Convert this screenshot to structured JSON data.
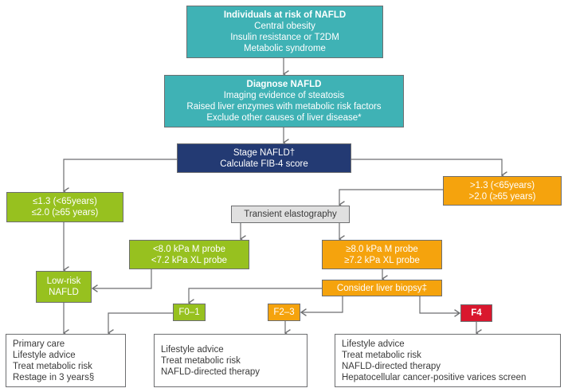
{
  "nodes": {
    "at_risk": {
      "title": "Individuals at risk of NAFLD",
      "lines": [
        "Central obesity",
        "Insulin resistance or T2DM",
        "Metabolic syndrome"
      ]
    },
    "diagnose": {
      "title": "Diagnose NAFLD",
      "lines": [
        "Imaging evidence of steatosis",
        "Raised liver enzymes with metabolic risk factors",
        "Exclude other causes of liver disease*"
      ]
    },
    "stage": {
      "lines": [
        "Stage NAFLD†",
        "Calculate FIB-4 score"
      ]
    },
    "fib4_low": {
      "lines": [
        "≤1.3 (<65years)",
        "≤2.0 (≥65 years)"
      ]
    },
    "fib4_high": {
      "lines": [
        ">1.3 (<65years)",
        ">2.0 (≥65 years)"
      ]
    },
    "elastography": {
      "label": "Transient elastography"
    },
    "kpa_low": {
      "lines": [
        "<8.0 kPa M probe",
        "<7.2 kPa XL probe"
      ]
    },
    "kpa_high": {
      "lines": [
        "≥8.0 kPa M probe",
        "≥7.2 kPa XL probe"
      ]
    },
    "low_risk": {
      "lines": [
        "Low-risk",
        "NAFLD"
      ]
    },
    "biopsy": {
      "label": "Consider liver biopsy‡"
    },
    "f01": {
      "label": "F0–1"
    },
    "f23": {
      "label": "F2–3"
    },
    "f4": {
      "label": "F4"
    },
    "out_primary": {
      "lines": [
        "Primary care",
        "Lifestyle advice",
        "Treat metabolic risk",
        "Restage in 3 years§"
      ]
    },
    "out_f23": {
      "lines": [
        "Lifestyle advice",
        "Treat metabolic risk",
        "NAFLD-directed therapy"
      ]
    },
    "out_f4": {
      "lines": [
        "Lifestyle advice",
        "Treat metabolic risk",
        "NAFLD-directed therapy",
        "Hepatocellular cancer-positive varices screen"
      ]
    }
  },
  "colors": {
    "teal": "#3fb2b5",
    "navy": "#233a73",
    "green": "#97c11f",
    "orange": "#f5a30d",
    "grey": "#e0e0e0",
    "red": "#d9172e",
    "connector": "#6d6e70"
  }
}
